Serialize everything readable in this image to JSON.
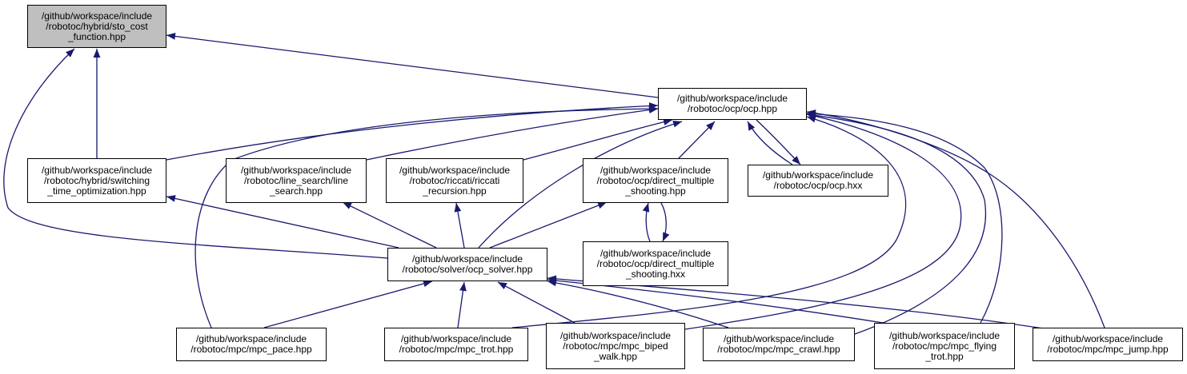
{
  "colors": {
    "edge": "#191970",
    "root_fill": "#bfbfbf",
    "node_fill": "#ffffff",
    "border": "#000000"
  },
  "nodes": {
    "sto_cost": [
      "/github/workspace/include",
      "/robotoc/hybrid/sto_cost",
      "_function.hpp"
    ],
    "ocp_hpp": [
      "/github/workspace/include",
      "/robotoc/ocp/ocp.hpp"
    ],
    "switching": [
      "/github/workspace/include",
      "/robotoc/hybrid/switching",
      "_time_optimization.hpp"
    ],
    "line_search": [
      "/github/workspace/include",
      "/robotoc/line_search/line",
      "_search.hpp"
    ],
    "riccati": [
      "/github/workspace/include",
      "/robotoc/riccati/riccati",
      "_recursion.hpp"
    ],
    "dms_hpp": [
      "/github/workspace/include",
      "/robotoc/ocp/direct_multiple",
      "_shooting.hpp"
    ],
    "ocp_hxx": [
      "/github/workspace/include",
      "/robotoc/ocp/ocp.hxx"
    ],
    "ocp_solver": [
      "/github/workspace/include",
      "/robotoc/solver/ocp_solver.hpp"
    ],
    "dms_hxx": [
      "/github/workspace/include",
      "/robotoc/ocp/direct_multiple",
      "_shooting.hxx"
    ],
    "mpc_pace": [
      "/github/workspace/include",
      "/robotoc/mpc/mpc_pace.hpp"
    ],
    "mpc_trot": [
      "/github/workspace/include",
      "/robotoc/mpc/mpc_trot.hpp"
    ],
    "mpc_biped": [
      "/github/workspace/include",
      "/robotoc/mpc/mpc_biped",
      "_walk.hpp"
    ],
    "mpc_crawl": [
      "/github/workspace/include",
      "/robotoc/mpc/mpc_crawl.hpp"
    ],
    "mpc_flying": [
      "/github/workspace/include",
      "/robotoc/mpc/mpc_flying",
      "_trot.hpp"
    ],
    "mpc_jump": [
      "/github/workspace/include",
      "/robotoc/mpc/mpc_jump.hpp"
    ]
  }
}
